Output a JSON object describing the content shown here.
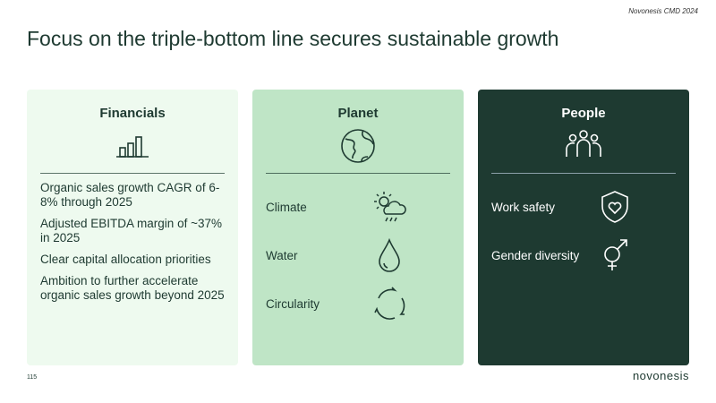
{
  "header": "Novonesis CMD 2024",
  "title": "Focus on the triple-bottom line secures sustainable growth",
  "financials": {
    "title": "Financials",
    "items": [
      "Organic sales growth CAGR of 6-8% through 2025",
      "Adjusted EBITDA margin of ~37% in 2025",
      "Clear capital allocation priorities",
      "Ambition to further accelerate organic sales growth beyond 2025"
    ]
  },
  "planet": {
    "title": "Planet",
    "items": [
      "Climate",
      "Water",
      "Circularity"
    ]
  },
  "people": {
    "title": "People",
    "items": [
      "Work safety",
      "Gender diversity"
    ]
  },
  "page_number": "115",
  "logo": "novonesis"
}
